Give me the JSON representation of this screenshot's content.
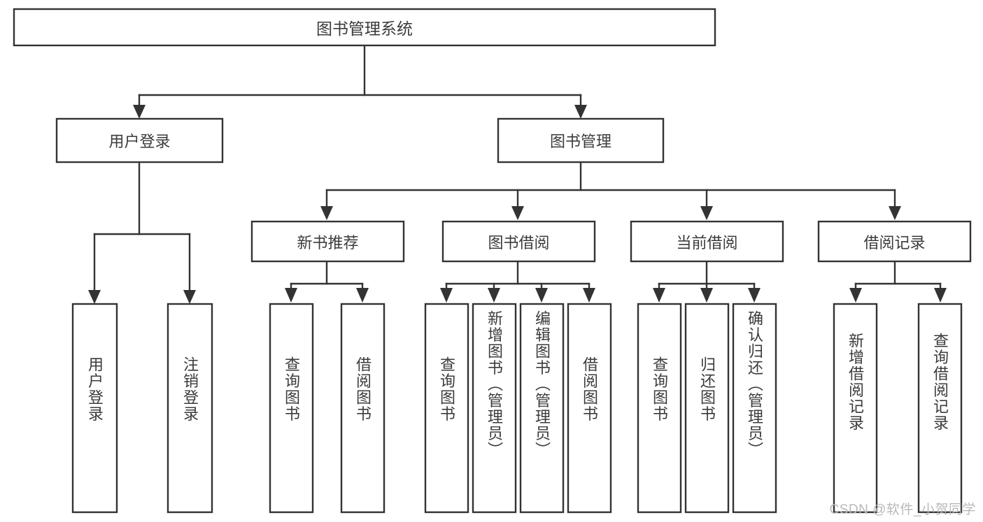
{
  "diagram": {
    "type": "tree",
    "title_node": {
      "label": "图书管理系统"
    },
    "level1": [
      {
        "label": "用户登录"
      },
      {
        "label": "图书管理"
      }
    ],
    "level2": [
      {
        "label": "新书推荐"
      },
      {
        "label": "图书借阅"
      },
      {
        "label": "当前借阅"
      },
      {
        "label": "借阅记录"
      }
    ],
    "leaves": {
      "user_login": [
        {
          "label": "用户登录"
        },
        {
          "label": "注销登录"
        }
      ],
      "new_book_recommend": [
        {
          "label": "查询图书"
        },
        {
          "label": "借阅图书"
        }
      ],
      "book_borrow": [
        {
          "label": "查询图书"
        },
        {
          "label": "新增图书（管理员）"
        },
        {
          "label": "编辑图书（管理员）"
        },
        {
          "label": "借阅图书"
        }
      ],
      "current_borrow": [
        {
          "label": "查询图书"
        },
        {
          "label": "归还图书"
        },
        {
          "label": "确认归还（管理员）"
        }
      ],
      "borrow_record": [
        {
          "label": "新增借阅记录"
        },
        {
          "label": "查询借阅记录"
        }
      ]
    }
  },
  "watermark": {
    "text": "CSDN @软件_小贺同学"
  },
  "colors": {
    "background": "#ffffff",
    "box_stroke": "#333333",
    "text": "#3b3b3b",
    "watermark": "#b9b9b9"
  }
}
